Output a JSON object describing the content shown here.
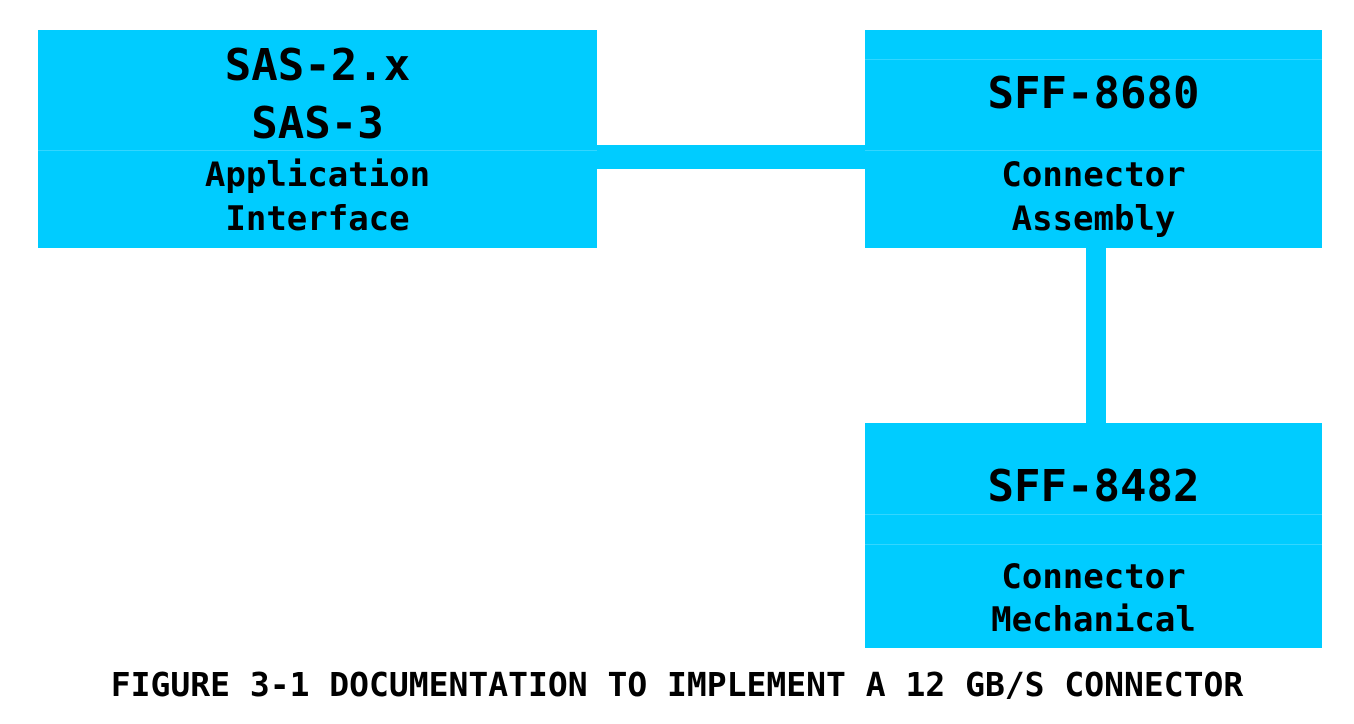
{
  "colors": {
    "box_fill": "#00ccff",
    "connector_line": "#00ccff",
    "text": "#000000",
    "background": "#ffffff"
  },
  "boxes": {
    "sas": {
      "line1": "SAS-2.x",
      "line2": "SAS-3",
      "line3": "Application",
      "line4": "Interface"
    },
    "sff8680": {
      "title": "SFF-8680",
      "line1": "Connector",
      "line2": "Assembly"
    },
    "sff8482": {
      "title": "SFF-8482",
      "line1": "Connector",
      "line2": "Mechanical"
    }
  },
  "caption": "FIGURE 3-1 DOCUMENTATION TO IMPLEMENT A 12 GB/S CONNECTOR"
}
